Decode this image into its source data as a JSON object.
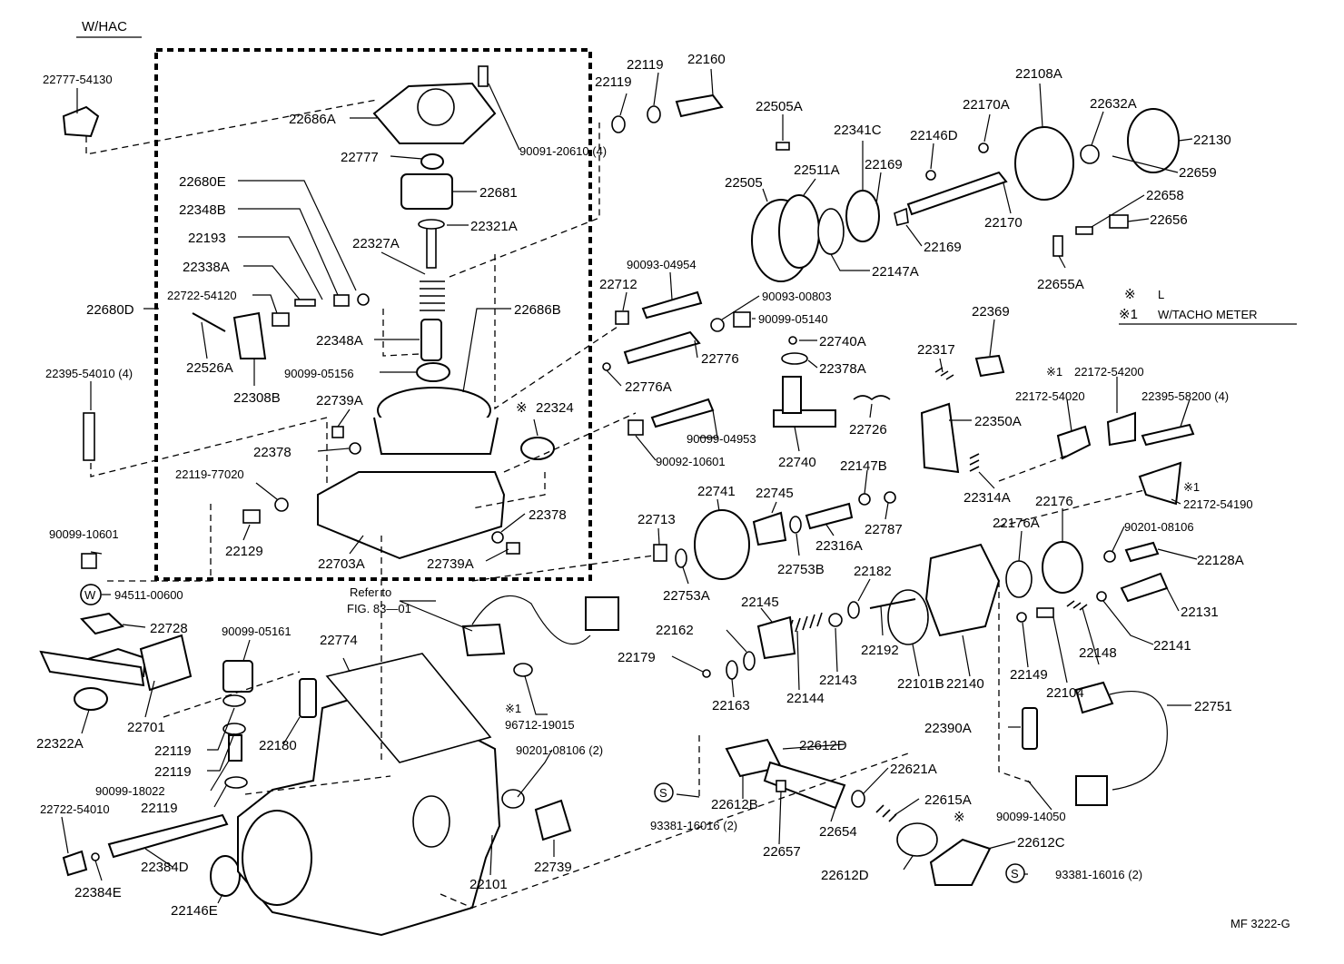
{
  "header": {
    "variant": "W/HAC"
  },
  "figure_id": "MF 3222-G",
  "legend": {
    "note_symbol": "※",
    "note_text": "L",
    "note1_symbol": "※1",
    "note1_text": "W/TACHO METER"
  },
  "refer": {
    "line1": "Refer to",
    "line2": "FIG. 83—01"
  },
  "parts": [
    {
      "id": "p01",
      "text": "22777-54130"
    },
    {
      "id": "p02",
      "text": "22686A"
    },
    {
      "id": "p03",
      "text": "22777"
    },
    {
      "id": "p04",
      "text": "90091-20610 (4)"
    },
    {
      "id": "p05",
      "text": "22681"
    },
    {
      "id": "p06",
      "text": "22680E"
    },
    {
      "id": "p07",
      "text": "22348B"
    },
    {
      "id": "p08",
      "text": "22193"
    },
    {
      "id": "p09",
      "text": "22338A"
    },
    {
      "id": "p10",
      "text": "22722-54120"
    },
    {
      "id": "p11",
      "text": "22327A"
    },
    {
      "id": "p12",
      "text": "22321A"
    },
    {
      "id": "p13",
      "text": "22680D"
    },
    {
      "id": "p14",
      "text": "22526A"
    },
    {
      "id": "p15",
      "text": "22308B"
    },
    {
      "id": "p16",
      "text": "22348A"
    },
    {
      "id": "p17",
      "text": "22686B"
    },
    {
      "id": "p18",
      "text": "90099-05156"
    },
    {
      "id": "p19",
      "text": "22395-54010 (4)"
    },
    {
      "id": "p20",
      "text": "22739A"
    },
    {
      "id": "p21",
      "text": "22378"
    },
    {
      "id": "p22",
      "text": "22324"
    },
    {
      "id": "p23",
      "text": "22119-77020"
    },
    {
      "id": "p24",
      "text": "22129"
    },
    {
      "id": "p25",
      "text": "22703A"
    },
    {
      "id": "p26",
      "text": "22378"
    },
    {
      "id": "p27",
      "text": "22739A"
    },
    {
      "id": "p28",
      "text": "22119"
    },
    {
      "id": "p29",
      "text": "22119"
    },
    {
      "id": "p30",
      "text": "22160"
    },
    {
      "id": "p31",
      "text": "90093-04954"
    },
    {
      "id": "p32",
      "text": "22712"
    },
    {
      "id": "p33",
      "text": "90093-00803"
    },
    {
      "id": "p34",
      "text": "90099-05140"
    },
    {
      "id": "p35",
      "text": "22776"
    },
    {
      "id": "p36",
      "text": "22776A"
    },
    {
      "id": "p37",
      "text": "90099-04953"
    },
    {
      "id": "p38",
      "text": "90092-10601"
    },
    {
      "id": "p39",
      "text": "22505A"
    },
    {
      "id": "p40",
      "text": "22341C"
    },
    {
      "id": "p41",
      "text": "22146D"
    },
    {
      "id": "p42",
      "text": "22170A"
    },
    {
      "id": "p43",
      "text": "22108A"
    },
    {
      "id": "p44",
      "text": "22632A"
    },
    {
      "id": "p45",
      "text": "22130"
    },
    {
      "id": "p46",
      "text": "22659"
    },
    {
      "id": "p47",
      "text": "22505"
    },
    {
      "id": "p48",
      "text": "22511A"
    },
    {
      "id": "p49",
      "text": "22169"
    },
    {
      "id": "p50",
      "text": "22170"
    },
    {
      "id": "p51",
      "text": "22658"
    },
    {
      "id": "p52",
      "text": "22656"
    },
    {
      "id": "p53",
      "text": "22169"
    },
    {
      "id": "p54",
      "text": "22147A"
    },
    {
      "id": "p55",
      "text": "22655A"
    },
    {
      "id": "p56",
      "text": "22369"
    },
    {
      "id": "p57",
      "text": "22740A"
    },
    {
      "id": "p58",
      "text": "22378A"
    },
    {
      "id": "p59",
      "text": "22317"
    },
    {
      "id": "p60",
      "text": "22726"
    },
    {
      "id": "p61",
      "text": "22740"
    },
    {
      "id": "p62",
      "text": "22350A"
    },
    {
      "id": "p63",
      "text": "22172-54200"
    },
    {
      "id": "p64",
      "text": "22172-54020"
    },
    {
      "id": "p65",
      "text": "22395-58200 (4)"
    },
    {
      "id": "p66",
      "text": "22147B"
    },
    {
      "id": "p67",
      "text": "22787"
    },
    {
      "id": "p68",
      "text": "22314A"
    },
    {
      "id": "p69",
      "text": "22172-54190"
    },
    {
      "id": "p70",
      "text": "22741"
    },
    {
      "id": "p71",
      "text": "22745"
    },
    {
      "id": "p72",
      "text": "22713"
    },
    {
      "id": "p73",
      "text": "22316A"
    },
    {
      "id": "p74",
      "text": "22753B"
    },
    {
      "id": "p75",
      "text": "22753A"
    },
    {
      "id": "p76",
      "text": "22176"
    },
    {
      "id": "p77",
      "text": "22176A"
    },
    {
      "id": "p78",
      "text": "90201-08106"
    },
    {
      "id": "p79",
      "text": "22128A"
    },
    {
      "id": "p80",
      "text": "22182"
    },
    {
      "id": "p81",
      "text": "22145"
    },
    {
      "id": "p82",
      "text": "22131"
    },
    {
      "id": "p83",
      "text": "22162"
    },
    {
      "id": "p84",
      "text": "22179"
    },
    {
      "id": "p85",
      "text": "22163"
    },
    {
      "id": "p86",
      "text": "22144"
    },
    {
      "id": "p87",
      "text": "22143"
    },
    {
      "id": "p88",
      "text": "22192"
    },
    {
      "id": "p89",
      "text": "22101B"
    },
    {
      "id": "p90",
      "text": "22140"
    },
    {
      "id": "p91",
      "text": "22149"
    },
    {
      "id": "p92",
      "text": "22104"
    },
    {
      "id": "p93",
      "text": "22148"
    },
    {
      "id": "p94",
      "text": "22141"
    },
    {
      "id": "p95",
      "text": "22751"
    },
    {
      "id": "p96",
      "text": "22390A"
    },
    {
      "id": "p97",
      "text": "90099-14050"
    },
    {
      "id": "p98",
      "text": "90099-10601"
    },
    {
      "id": "p99",
      "text": "94511-00600"
    },
    {
      "id": "p100",
      "text": "22728"
    },
    {
      "id": "p101",
      "text": "90099-05161"
    },
    {
      "id": "p102",
      "text": "22774"
    },
    {
      "id": "p103",
      "text": "22701"
    },
    {
      "id": "p104",
      "text": "22322A"
    },
    {
      "id": "p105",
      "text": "22119"
    },
    {
      "id": "p106",
      "text": "22119"
    },
    {
      "id": "p107",
      "text": "22180"
    },
    {
      "id": "p108",
      "text": "96712-19015"
    },
    {
      "id": "p109",
      "text": "90099-18022"
    },
    {
      "id": "p110",
      "text": "22119"
    },
    {
      "id": "p111",
      "text": "90201-08106 (2)"
    },
    {
      "id": "p112",
      "text": "22612D"
    },
    {
      "id": "p113",
      "text": "22621A"
    },
    {
      "id": "p114",
      "text": "22615A"
    },
    {
      "id": "p115",
      "text": "22612B"
    },
    {
      "id": "p116",
      "text": "93381-16016 (2)"
    },
    {
      "id": "p117",
      "text": "22657"
    },
    {
      "id": "p118",
      "text": "22654"
    },
    {
      "id": "p119",
      "text": "22612C"
    },
    {
      "id": "p120",
      "text": "22612D"
    },
    {
      "id": "p121",
      "text": "93381-16016 (2)"
    },
    {
      "id": "p122",
      "text": "22722-54010"
    },
    {
      "id": "p123",
      "text": "22384D"
    },
    {
      "id": "p124",
      "text": "22384E"
    },
    {
      "id": "p125",
      "text": "22146E"
    },
    {
      "id": "p126",
      "text": "22101"
    },
    {
      "id": "p127",
      "text": "22739"
    }
  ],
  "markers": [
    {
      "id": "m1",
      "text": "※"
    },
    {
      "id": "m2",
      "text": "※1"
    },
    {
      "id": "m3",
      "text": "※1"
    },
    {
      "id": "m4",
      "text": "※1"
    },
    {
      "id": "m5",
      "text": "※"
    },
    {
      "id": "s1",
      "text": "S"
    },
    {
      "id": "s2",
      "text": "S"
    },
    {
      "id": "w1",
      "text": "W"
    }
  ]
}
